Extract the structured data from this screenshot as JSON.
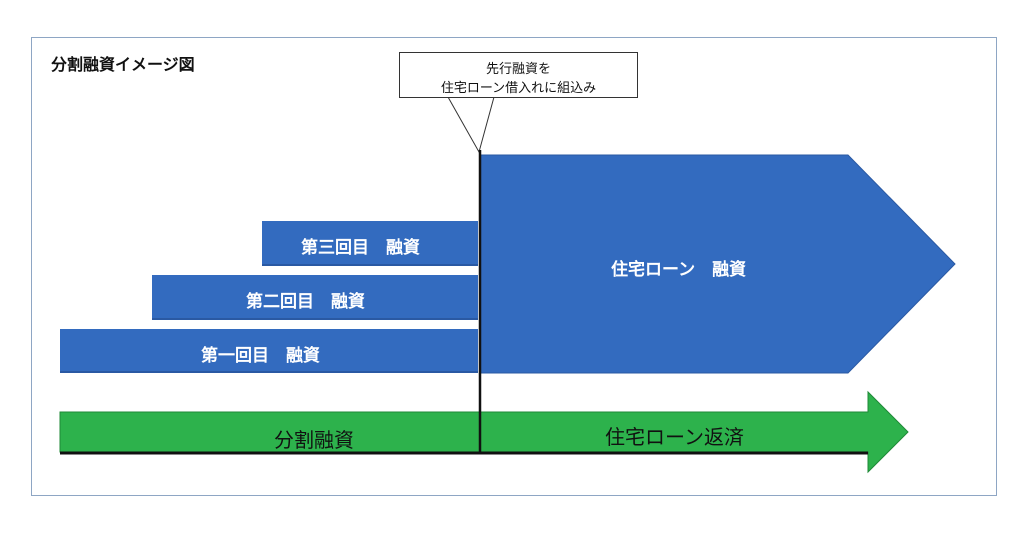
{
  "title": "分割融資イメージ図",
  "callout": {
    "line1": "先行融資を",
    "line2": "住宅ローン借入れに組込み"
  },
  "loans": [
    {
      "label": "第一回目　融資"
    },
    {
      "label": "第二回目　融資"
    },
    {
      "label": "第三回目　融資"
    }
  ],
  "mortgage": {
    "label": "住宅ローン　融資"
  },
  "timeline": {
    "left_label": "分割融資",
    "right_label": "住宅ローン返済"
  },
  "colors": {
    "blue": "#336bbf",
    "green": "#2db24c",
    "frame": "#8ea6c4"
  }
}
